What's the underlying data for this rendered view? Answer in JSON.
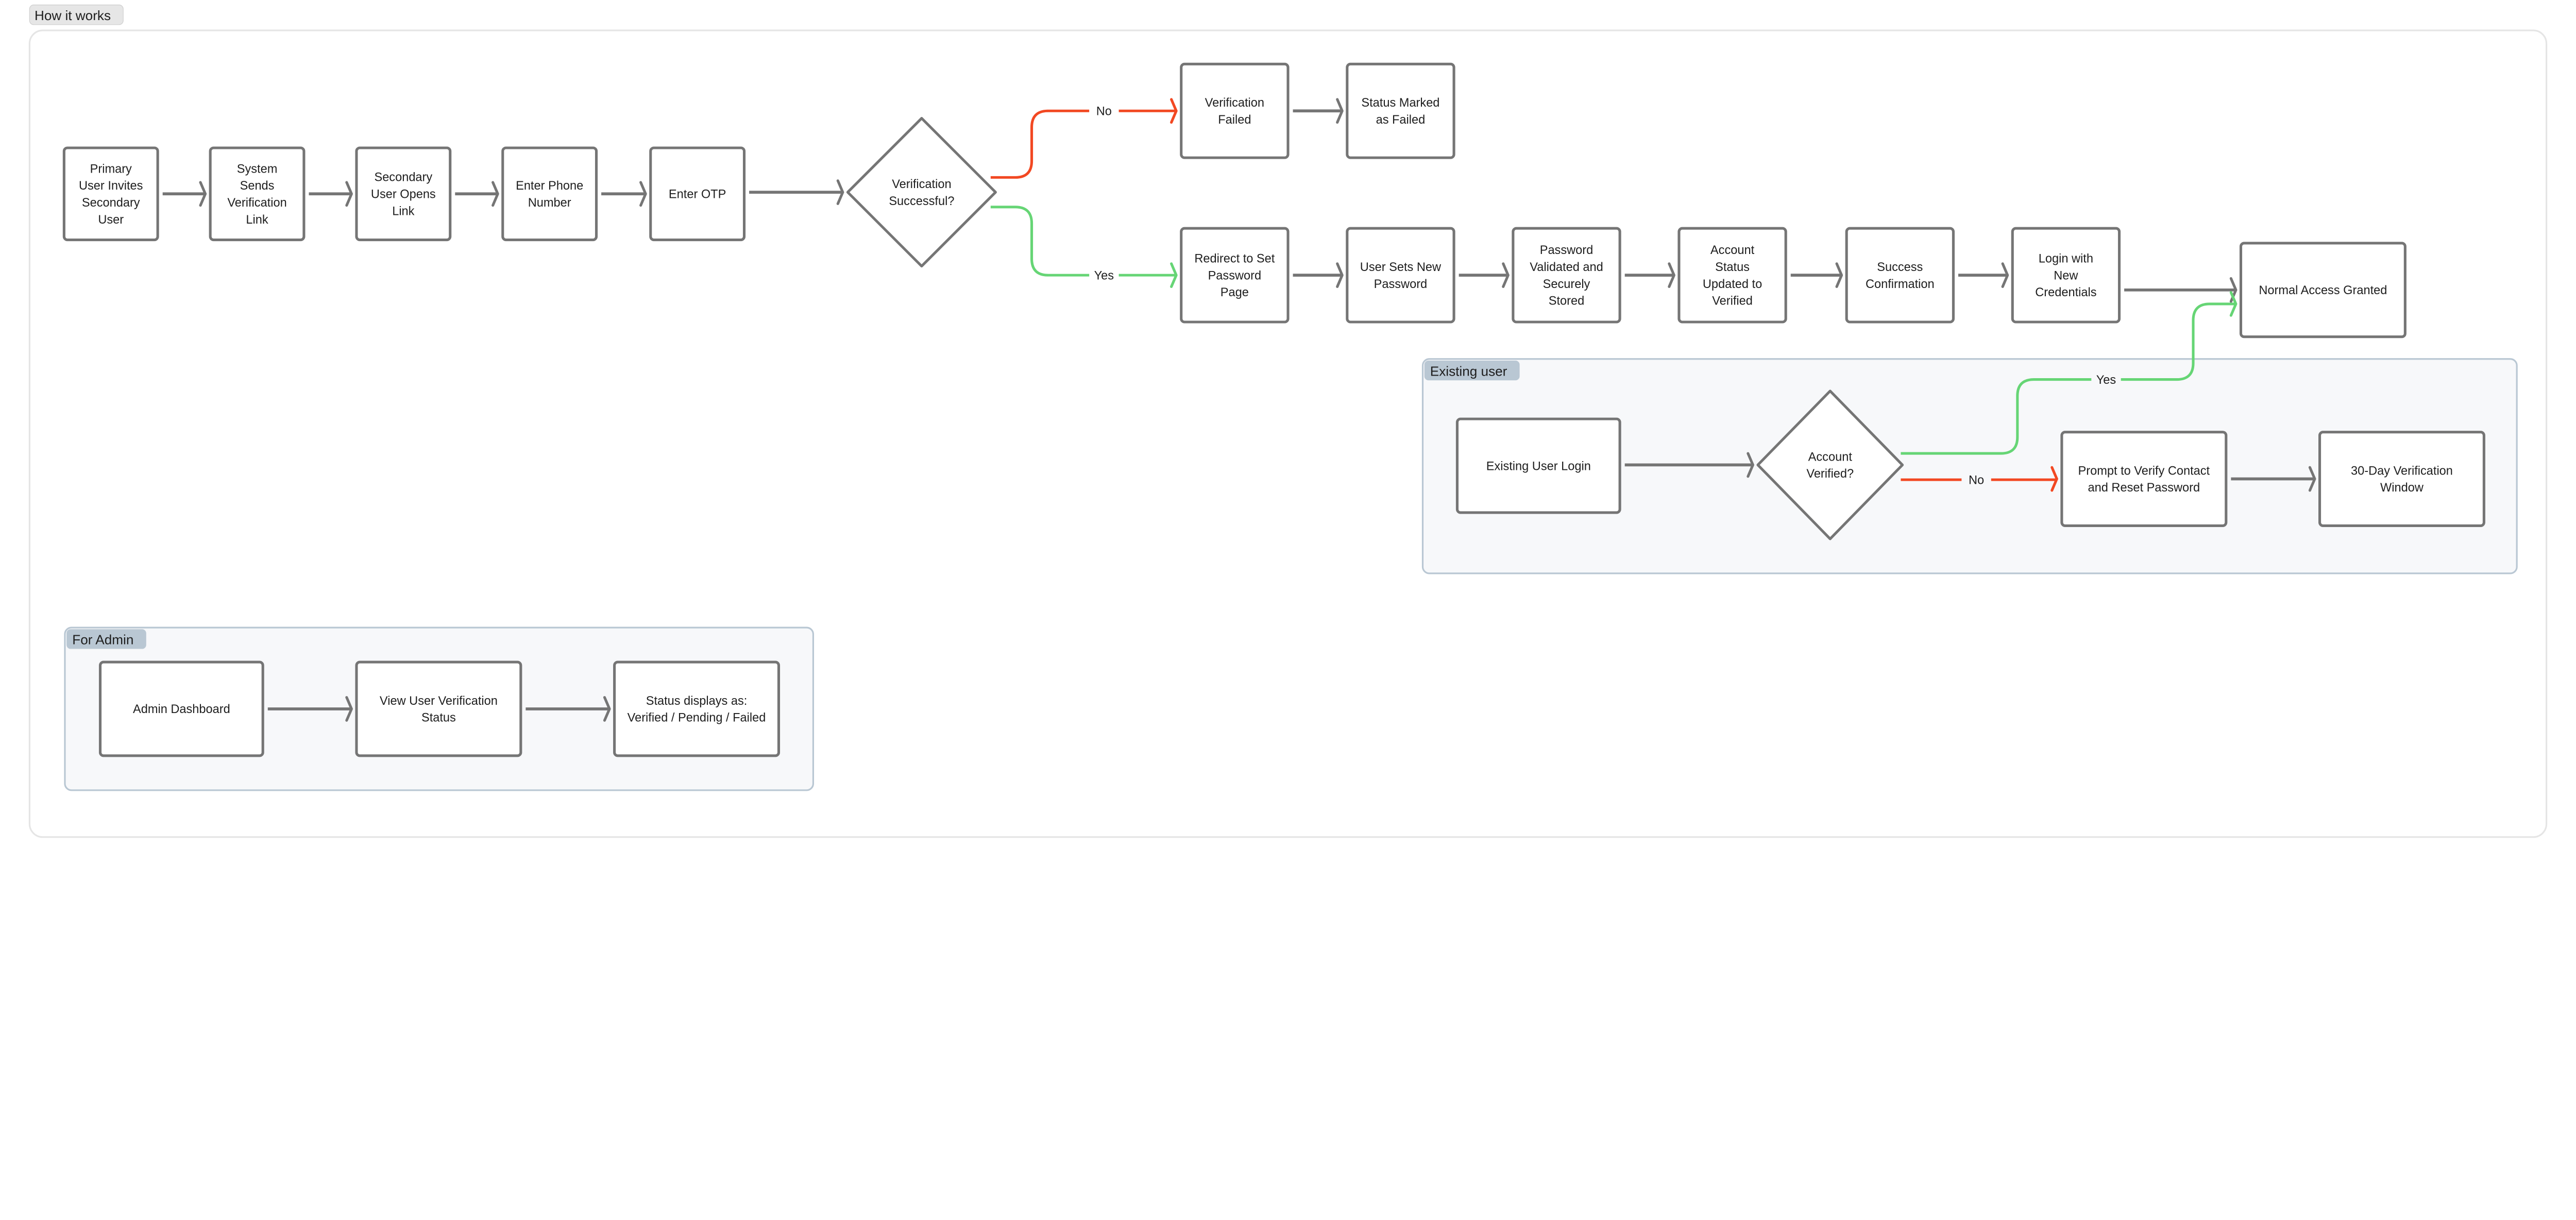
{
  "frame": {
    "title": "How it works"
  },
  "groups": [
    {
      "id": "existing",
      "title": "Existing user"
    },
    {
      "id": "admin",
      "title": "For Admin"
    }
  ],
  "nodes": [
    {
      "id": "n1",
      "shape": "box",
      "lines": [
        "Primary",
        "User Invites",
        "Secondary",
        "User"
      ]
    },
    {
      "id": "n2",
      "shape": "box",
      "lines": [
        "System",
        "Sends",
        "Verification",
        "Link"
      ]
    },
    {
      "id": "n3",
      "shape": "box",
      "lines": [
        "Secondary",
        "User Opens",
        "Link"
      ]
    },
    {
      "id": "n4",
      "shape": "box",
      "lines": [
        "Enter Phone",
        "Number"
      ]
    },
    {
      "id": "n5",
      "shape": "box",
      "lines": [
        "Enter OTP"
      ]
    },
    {
      "id": "d1",
      "shape": "diamond",
      "lines": [
        "Verification",
        "Successful?"
      ]
    },
    {
      "id": "f1",
      "shape": "box",
      "lines": [
        "Verification",
        "Failed"
      ]
    },
    {
      "id": "f2",
      "shape": "box",
      "lines": [
        "Status Marked",
        "as Failed"
      ]
    },
    {
      "id": "s1",
      "shape": "box",
      "lines": [
        "Redirect to Set",
        "Password",
        "Page"
      ]
    },
    {
      "id": "s2",
      "shape": "box",
      "lines": [
        "User Sets New",
        "Password"
      ]
    },
    {
      "id": "s3",
      "shape": "box",
      "lines": [
        "Password",
        "Validated and",
        "Securely",
        "Stored"
      ]
    },
    {
      "id": "s4",
      "shape": "box",
      "lines": [
        "Account",
        "Status",
        "Updated to",
        "Verified"
      ]
    },
    {
      "id": "s5",
      "shape": "box",
      "lines": [
        "Success",
        "Confirmation"
      ]
    },
    {
      "id": "s6",
      "shape": "box",
      "lines": [
        "Login with",
        "New",
        "Credentials"
      ]
    },
    {
      "id": "s7",
      "shape": "box",
      "lines": [
        "Normal Access Granted"
      ]
    },
    {
      "id": "e1",
      "shape": "box",
      "lines": [
        "Existing User Login"
      ]
    },
    {
      "id": "d2",
      "shape": "diamond",
      "lines": [
        "Account",
        "Verified?"
      ]
    },
    {
      "id": "e2",
      "shape": "box",
      "lines": [
        "Prompt to Verify Contact",
        "and Reset Password"
      ]
    },
    {
      "id": "e3",
      "shape": "box",
      "lines": [
        "30-Day Verification",
        "Window"
      ]
    },
    {
      "id": "a1",
      "shape": "box",
      "lines": [
        "Admin Dashboard"
      ]
    },
    {
      "id": "a2",
      "shape": "box",
      "lines": [
        "View User Verification",
        "Status"
      ]
    },
    {
      "id": "a3",
      "shape": "box",
      "lines": [
        "Status displays as:",
        "Verified / Pending / Failed"
      ]
    }
  ],
  "edges": [
    {
      "from": "n1",
      "to": "n2"
    },
    {
      "from": "n2",
      "to": "n3"
    },
    {
      "from": "n3",
      "to": "n4"
    },
    {
      "from": "n4",
      "to": "n5"
    },
    {
      "from": "n5",
      "to": "d1"
    },
    {
      "from": "d1",
      "to": "f1",
      "label": "No",
      "color": "red"
    },
    {
      "from": "d1",
      "to": "s1",
      "label": "Yes",
      "color": "green"
    },
    {
      "from": "f1",
      "to": "f2"
    },
    {
      "from": "s1",
      "to": "s2"
    },
    {
      "from": "s2",
      "to": "s3"
    },
    {
      "from": "s3",
      "to": "s4"
    },
    {
      "from": "s4",
      "to": "s5"
    },
    {
      "from": "s5",
      "to": "s6"
    },
    {
      "from": "s6",
      "to": "s7"
    },
    {
      "from": "e1",
      "to": "d2"
    },
    {
      "from": "d2",
      "to": "s7",
      "label": "Yes",
      "color": "green"
    },
    {
      "from": "d2",
      "to": "e2",
      "label": "No",
      "color": "red"
    },
    {
      "from": "e2",
      "to": "e3"
    },
    {
      "from": "a1",
      "to": "a2"
    },
    {
      "from": "a2",
      "to": "a3"
    }
  ],
  "colors": {
    "stroke": "#757575",
    "red": "#f24822",
    "green": "#66d575",
    "group_fill": "#f7f8fa",
    "group_stroke": "#b9c7d3",
    "frame_tag": "#e6e6e6"
  }
}
